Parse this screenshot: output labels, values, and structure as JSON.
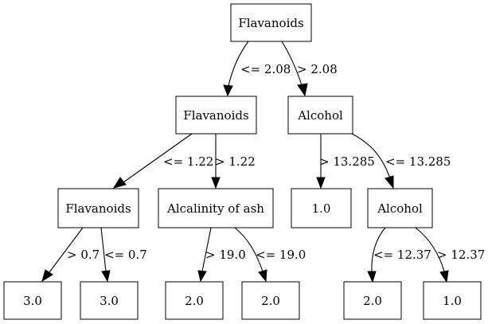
{
  "nodes": {
    "root": "Flavanoids",
    "n1": "Flavanoids",
    "n2": "Alcohol",
    "n3": "Flavanoids",
    "n4": "Alcalinity of ash",
    "n5": "1.0",
    "n6": "Alcohol",
    "n7": "3.0",
    "n8": "3.0",
    "n9": "2.0",
    "n10": "2.0",
    "n11": "2.0",
    "n12": "1.0"
  },
  "edges": {
    "root_n1": "<= 2.08",
    "root_n2": "> 2.08",
    "n1_n3": "<= 1.22",
    "n1_n4": "> 1.22",
    "n2_n5": "> 13.285",
    "n2_n6": "<= 13.285",
    "n3_n7": "> 0.7",
    "n3_n8": "<= 0.7",
    "n4_n9": "> 19.0",
    "n4_n10": "<= 19.0",
    "n6_n11": "<= 12.37",
    "n6_n12": "> 12.37"
  }
}
